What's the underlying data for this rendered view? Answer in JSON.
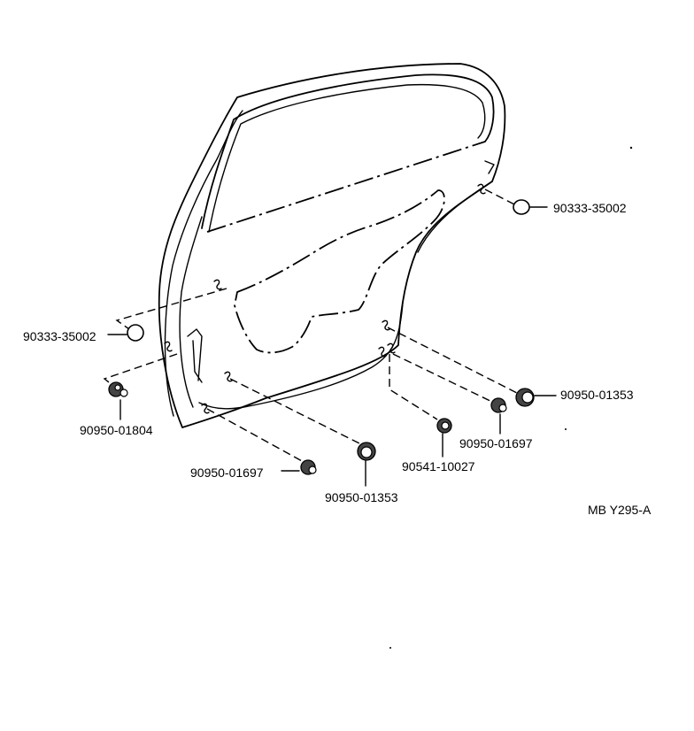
{
  "parts": [
    {
      "id": "plug-upper-right",
      "number": "90333-35002"
    },
    {
      "id": "plug-left",
      "number": "90333-35002"
    },
    {
      "id": "clip-left",
      "number": "90950-01804"
    },
    {
      "id": "grommet-right-large",
      "number": "90950-01353"
    },
    {
      "id": "clip-right",
      "number": "90950-01697"
    },
    {
      "id": "cushion-center",
      "number": "90541-10027"
    },
    {
      "id": "clip-bottom",
      "number": "90950-01697"
    },
    {
      "id": "grommet-bottom-large",
      "number": "90950-01353"
    }
  ],
  "diagram_code": "MB Y295-A"
}
